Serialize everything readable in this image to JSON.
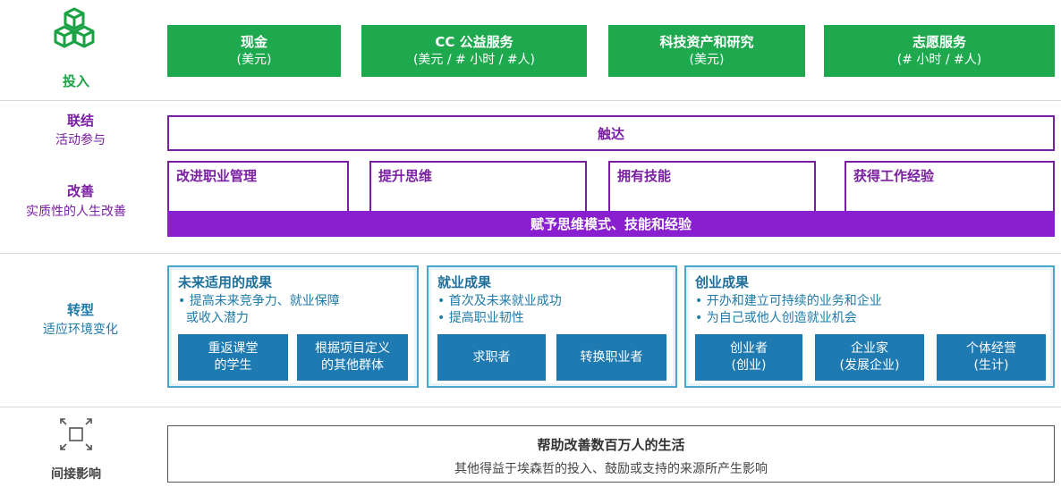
{
  "colors": {
    "input_green": "#1ea94f",
    "engage_purple": "#7b1fa2",
    "transform_blue": "#1e7ab0"
  },
  "left_labels": {
    "input": "投入",
    "engage_title": "联结",
    "engage_sub": "活动参与",
    "improve_title": "改善",
    "improve_sub": "实质性的人生改善",
    "transform_title": "转型",
    "transform_sub": "适应环境变化",
    "indirect": "间接影响"
  },
  "inputs": [
    {
      "title": "现金",
      "sub": "(美元)"
    },
    {
      "title": "CC 公益服务",
      "sub": "(美元 / # 小时 / #人)"
    },
    {
      "title": "科技资产和研究",
      "sub": "(美元)"
    },
    {
      "title": "志愿服务",
      "sub": "(# 小时 / #人)"
    }
  ],
  "reach": "触达",
  "improvements": [
    "改进职业管理",
    "提升思维",
    "拥有技能",
    "获得工作经验"
  ],
  "improve_bar": "赋予思维模式、技能和经验",
  "outcomes": [
    {
      "title": "未来适用的成果",
      "bullets": [
        "• 提高未来竞争力、就业保障",
        "  或收入潜力"
      ],
      "groups": [
        [
          "重返课堂",
          "的学生"
        ],
        [
          "根据项目定义",
          "的其他群体"
        ]
      ]
    },
    {
      "title": "就业成果",
      "bullets": [
        "• 首次及未来就业成功",
        "• 提高职业韧性"
      ],
      "groups": [
        [
          "求职者"
        ],
        [
          "转换职业者"
        ]
      ]
    },
    {
      "title": "创业成果",
      "bullets": [
        "• 开办和建立可持续的业务和企业",
        "• 为自己或他人创造就业机会"
      ],
      "groups": [
        [
          "创业者",
          "(创业)"
        ],
        [
          "企业家",
          "(发展企业)"
        ],
        [
          "个体经营",
          "(生计)"
        ]
      ]
    }
  ],
  "indirect_box": {
    "title": "帮助改善数百万人的生活",
    "sub": "其他得益于埃森哲的投入、鼓励或支持的来源所产生影响"
  }
}
